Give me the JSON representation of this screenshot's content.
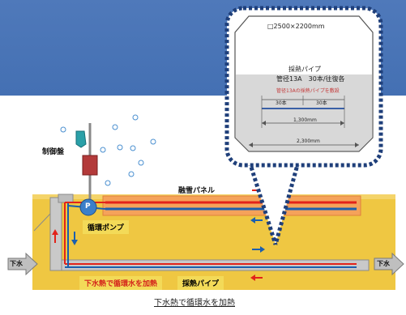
{
  "labels": {
    "control_panel": "制御盤",
    "heat_panel": "融雪パネル",
    "pump_letter": "P",
    "circulation_pump": "循環ポンプ",
    "sewage_left": "下水",
    "sewage_right": "下水",
    "heat_sewage": "下水熱で循環水を加熱",
    "heat_pipe": "採熱パイプ",
    "caption": "下水熱で循環水を加熱"
  },
  "inset": {
    "dimension": "□2500×2200mm",
    "pipe_title": "採熱パイプ",
    "pipe_spec": "管径13A　30本/往復各",
    "pipe_note": "管径13Aの採熱パイプを敷設",
    "count_left": "30本",
    "count_right": "30本",
    "width_inner": "1,300mm",
    "width_outer": "2,300mm"
  },
  "colors": {
    "banner": "#4a74b6",
    "ground": "#efc742",
    "hot": "#e2231a",
    "cold": "#1b5fae",
    "pipe": "#c8c8c8",
    "callout": "#1f3f7a"
  }
}
